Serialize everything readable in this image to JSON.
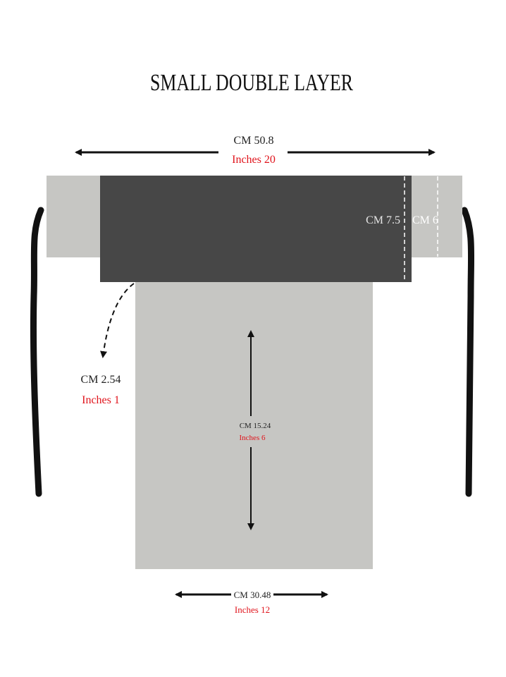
{
  "title": "SMALL DOUBLE LAYER",
  "dimensions": {
    "total_width": {
      "cm": "CM 50.8",
      "inches": "Inches 20"
    },
    "band_height": {
      "cm": "CM 7.5"
    },
    "tie_width": {
      "cm": "CM 6"
    },
    "hem_offset": {
      "cm": "CM 2.54",
      "inches": "Inches 1"
    },
    "panel_height": {
      "cm": "CM 15.24",
      "inches": "Inches 6"
    },
    "panel_width": {
      "cm": "CM 30.48",
      "inches": "Inches 12"
    }
  },
  "colors": {
    "band": "#474747",
    "fabric_light": "#c6c6c3",
    "ties": "#111111",
    "cm_text": "#222222",
    "inch_text": "#e0141c",
    "on_dark_text": "#e6e6e6"
  }
}
